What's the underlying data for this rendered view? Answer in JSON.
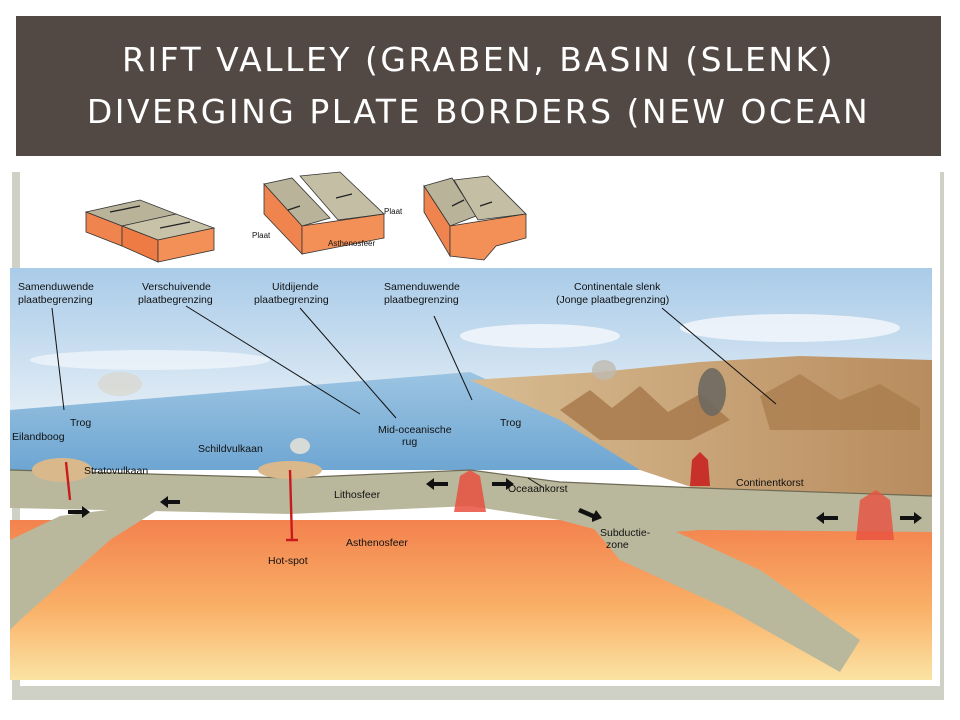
{
  "slide": {
    "title": "RIFT VALLEY (GRABEN, BASIN (SLENK) DIVERGING PLATE BORDERS (NEW OCEAN"
  },
  "diagram": {
    "block_labels": {
      "plaat_left": "Plaat",
      "plaat_right": "Plaat",
      "asthenosfeer": "Asthenosfeer"
    },
    "callouts": {
      "samenduwende_1": [
        "Samenduwende",
        "plaatbegrenzing"
      ],
      "verschuivende": [
        "Verschuivende",
        "plaatbegrenzing"
      ],
      "uitdijende": [
        "Uitdijende",
        "plaatbegrenzing"
      ],
      "samenduwende_2": [
        "Samenduwende",
        "plaatbegrenzing"
      ],
      "continentale": [
        "Continentale slenk",
        "(Jonge plaatbegrenzing)"
      ]
    },
    "labels": {
      "trog_left": "Trog",
      "eilandboog": "Eilandboog",
      "stratovulkaan": "Stratovulkaan",
      "schildvulkaan": "Schildvulkaan",
      "mid_oceanische": [
        "Mid-oceanische",
        "rug"
      ],
      "trog_right": "Trog",
      "oceaankorst": "Oceaankorst",
      "continentkorst": "Continentkorst",
      "lithosfeer": "Lithosfeer",
      "asthenosfeer": "Asthenosfeer",
      "hot_spot": "Hot-spot",
      "subductie": [
        "Subductie-",
        "zone"
      ]
    },
    "colors": {
      "sky": "#c9dced",
      "ocean": "#7fb2d8",
      "lithosphere": "#b9b89c",
      "asthenosphere": "#f07848",
      "mantle": "#f8d088",
      "land": "#c8a070",
      "magma": "#d42020"
    }
  }
}
